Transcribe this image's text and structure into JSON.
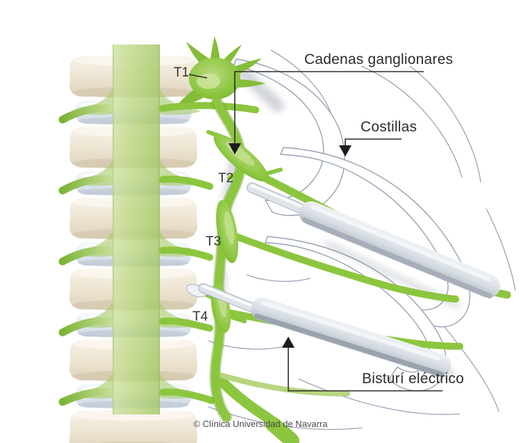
{
  "diagram": {
    "annotations": {
      "ganglion_chains": "Cadenas ganglionares",
      "ribs": "Costillas",
      "electric_scalpel": "Bisturí eléctrico"
    },
    "vertebra_levels": [
      "T1",
      "T2",
      "T3",
      "T4"
    ],
    "credit": "© Clínica Universidad de Navarra",
    "colors": {
      "nerve_green": "#8cc63e",
      "nerve_green_dark": "#6aa02c",
      "nerve_green_light": "#c6e191",
      "band_green": "#b9d47e",
      "vertebra_cream": "#efe7d7",
      "disc_blue": "#e3eaf1",
      "rib_outline": "#97a1b3",
      "scalpel_gray": "#d6dce3",
      "label_color": "#2d2d2d",
      "arrow_color": "#1c1c1c"
    }
  }
}
